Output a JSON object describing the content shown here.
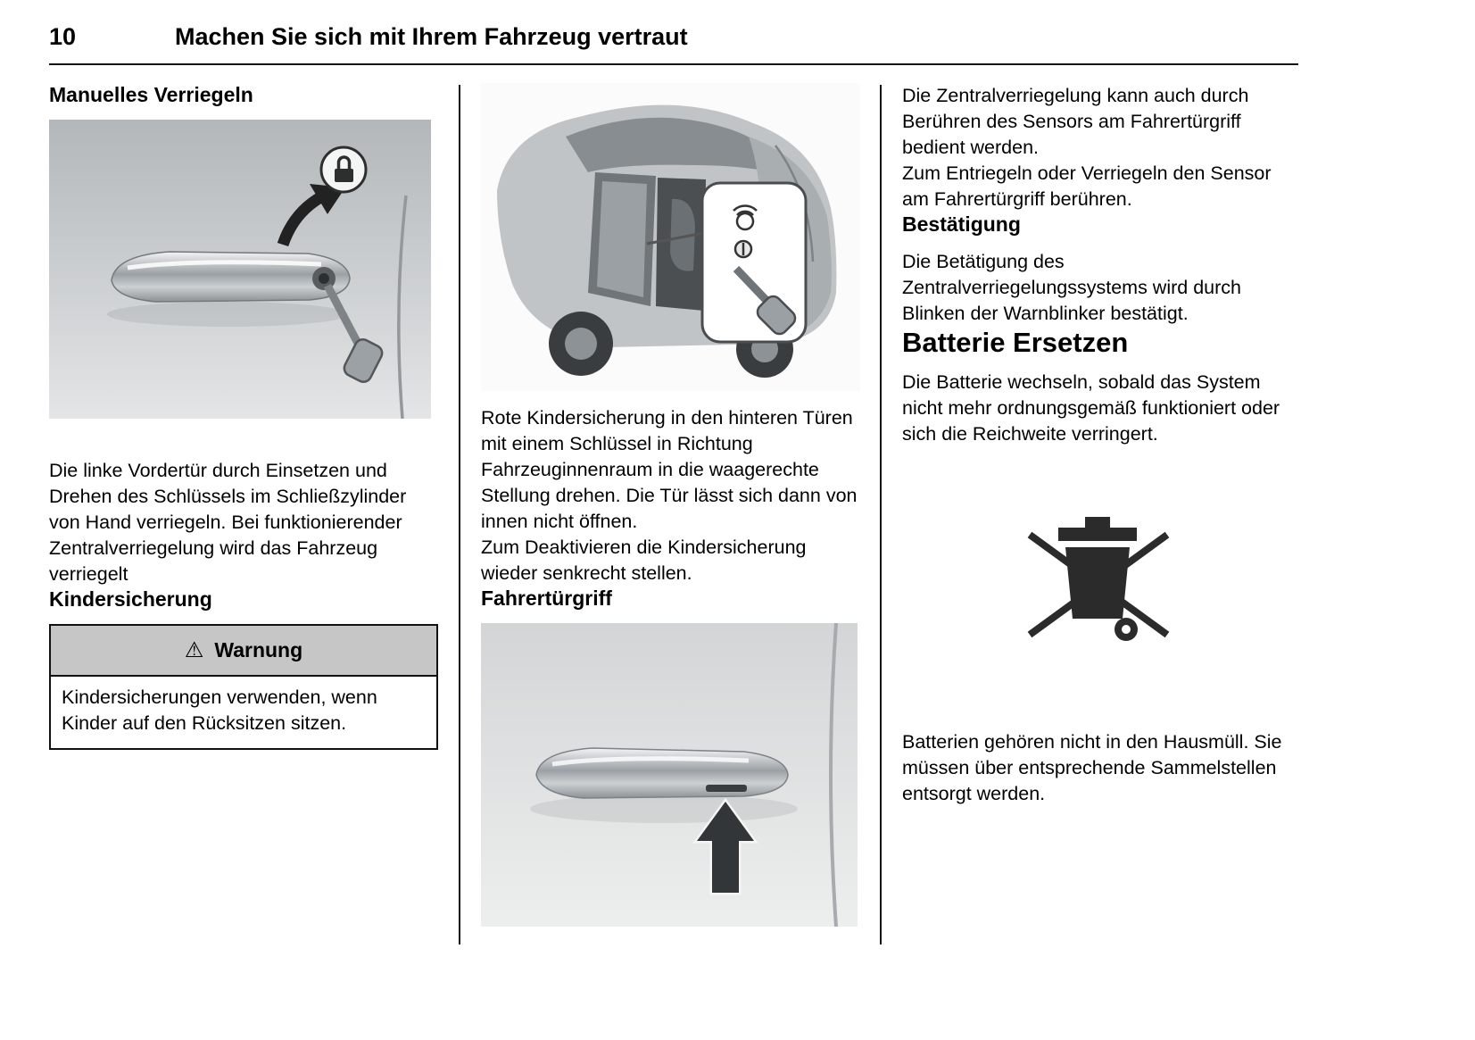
{
  "page": {
    "number": "10",
    "title": "Machen Sie sich mit Ihrem Fahrzeug vertraut"
  },
  "icons": {
    "warning": "⚠",
    "lock_badge": "padlock-in-circle",
    "weee": "crossed-out-wheeled-bin"
  },
  "colors": {
    "warning_header_bg": "#c6c6c6",
    "rule": "#111111",
    "text": "#000000"
  },
  "col1": {
    "heading_manual_locking": "Manuelles Verriegeln",
    "illustration_manual_locking": "door-handle-with-key-and-lock-symbol",
    "para_manual_locking": "Die linke Vordertür durch Einsetzen und Drehen des Schlüssels im Schließzylinder von Hand verriegeln. Bei funktionierender Zentralverriegelung wird das Fahrzeug verriegelt",
    "heading_child_lock": "Kindersicherung",
    "warning": {
      "title": "Warnung",
      "body": "Kindersicherungen verwenden, wenn Kinder auf den Rücksitzen sitzen."
    }
  },
  "col2": {
    "illustration_child_lock": "car-rear-door-open-with-child-lock-detail-inset",
    "para_child_lock_1": "Rote Kindersicherung in den hinteren Türen mit einem Schlüssel in Richtung Fahrzeuginnenraum in die waagerechte Stellung drehen. Die Tür lässt sich dann von innen nicht öffnen.",
    "para_child_lock_2": "Zum Deaktivieren die Kindersicherung wieder senkrecht stellen.",
    "heading_driver_door_handle": "Fahrertürgriff",
    "illustration_driver_door_handle": "door-handle-with-sensor-slot-and-up-arrow"
  },
  "col3": {
    "para_central_locking_1": "Die Zentralverriegelung kann auch durch Berühren des Sensors am Fahrertürgriff bedient werden.",
    "para_central_locking_2": "Zum Entriegeln oder Verriegeln den Sensor am Fahrertürgriff berühren.",
    "heading_confirmation": "Bestätigung",
    "para_confirmation": "Die Betätigung des Zentralverriegelungssystems wird durch Blinken der Warnblinker bestätigt.",
    "heading_battery": "Batterie Ersetzen",
    "para_battery": "Die Batterie wechseln, sobald das System nicht mehr ordnungsgemäß funktioniert oder sich die Reichweite verringert.",
    "symbol": "crossed-out-wheeled-bin",
    "para_disposal": "Batterien gehören nicht in den Hausmüll. Sie müssen über entsprechende Sammelstellen entsorgt werden."
  }
}
